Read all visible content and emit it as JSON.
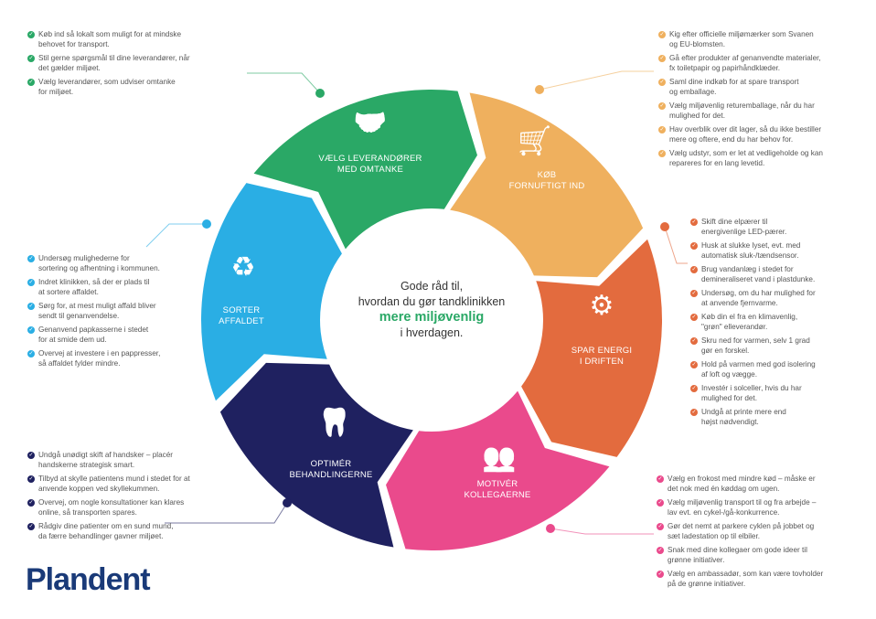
{
  "center": {
    "line1": "Gode råd til,",
    "line2": "hvordan du gør tandklinikken",
    "highlight": "mere miljøvenlig",
    "line4": "i hverdagen."
  },
  "logo": "Plandent",
  "segments": [
    {
      "id": "suppliers",
      "label": "VÆLG LEVERANDØRER\nMED OMTANKE",
      "icon": "handshake-icon",
      "color": "#2aa866",
      "tips": [
        "Køb ind så lokalt som muligt for at mindske\nbehovet for transport.",
        "Stil gerne spørgsmål til dine leverandører, når\ndet gælder miljøet.",
        "Vælg leverandører, som udviser omtanke\nfor miljøet."
      ]
    },
    {
      "id": "purchase",
      "label": "KØB\nFORNUFTIGT IND",
      "icon": "shopping-cart-icon",
      "color": "#efb05e",
      "tips": [
        "Kig efter officielle miljømærker som Svanen\nog EU-blomsten.",
        "Gå efter produkter af genanvendte materialer,\nfx toiletpapir og papirhåndklæder.",
        "Saml dine indkøb for at spare transport\nog emballage.",
        "Vælg miljøvenlig returemballage, når du har\nmulighed for det.",
        "Hav overblik over dit lager, så du ikke bestiller\nmere og oftere, end du har behov for.",
        "Vælg udstyr, som er let at vedligeholde og kan\nrepareres for en lang levetid."
      ]
    },
    {
      "id": "energy",
      "label": "SPAR ENERGI\nI DRIFTEN",
      "icon": "gears-icon",
      "color": "#e36b3e",
      "tips": [
        "Skift dine elpærer til\nenergivenlige LED-pærer.",
        "Husk at slukke lyset, evt. med\nautomatisk sluk-/tændsensor.",
        "Brug vandanlæg i stedet for\ndemineraliseret vand i plastdunke.",
        "Undersøg, om du har mulighed for\nat anvende fjernvarme.",
        "Køb din el fra en klimavenlig,\n\"grøn\" elleverandør.",
        "Skru ned for varmen, selv 1 grad\ngør en forskel.",
        "Hold på varmen med god isolering\naf loft og vægge.",
        "Investér i solceller, hvis du har\nmulighed for det.",
        "Undgå at printe mere end\nhøjst nødvendigt."
      ]
    },
    {
      "id": "colleagues",
      "label": "MOTIVÉR\nKOLLEGAERNE",
      "icon": "people-icon",
      "color": "#ea4a8c",
      "tips": [
        "Vælg en frokost med mindre kød – måske er\ndet nok med én køddag om ugen.",
        "Vælg miljøvenlig transport til og fra arbejde –\nlav evt. en cykel-/gå-konkurrence.",
        "Gør det nemt at parkere cyklen på jobbet og\nsæt ladestation op til elbiler.",
        "Snak med dine kollegaer om gode ideer til\ngrønne initiativer.",
        "Vælg en ambassadør, som kan være tovholder\npå de grønne initiativer."
      ]
    },
    {
      "id": "treatments",
      "label": "OPTIMÉR\nBEHANDLINGERNE",
      "icon": "tooth-icon",
      "color": "#1f2160",
      "tips": [
        "Undgå unødigt skift af handsker – placér\nhandskerne strategisk smart.",
        "Tilbyd at skylle patientens mund i stedet for at\nanvende koppen ved skyllekummen.",
        "Overvej, om nogle konsultationer kan klares\nonline, så transporten spares.",
        "Rådgiv dine patienter om en sund mund,\nda færre behandlinger gavner miljøet."
      ]
    },
    {
      "id": "waste",
      "label": "SORTER\nAFFALDET",
      "icon": "recycle-bag-icon",
      "color": "#2aaee4",
      "tips": [
        "Undersøg mulighederne for\nsortering og afhentning i kommunen.",
        "Indret klinikken, så der er plads til\nat sortere affaldet.",
        "Sørg for, at mest muligt affald bliver\nsendt til genanvendelse.",
        "Genanvend papkasserne i stedet\nfor at smide dem ud.",
        "Overvej at investere i en pappresser,\nså affaldet fylder mindre."
      ]
    }
  ]
}
